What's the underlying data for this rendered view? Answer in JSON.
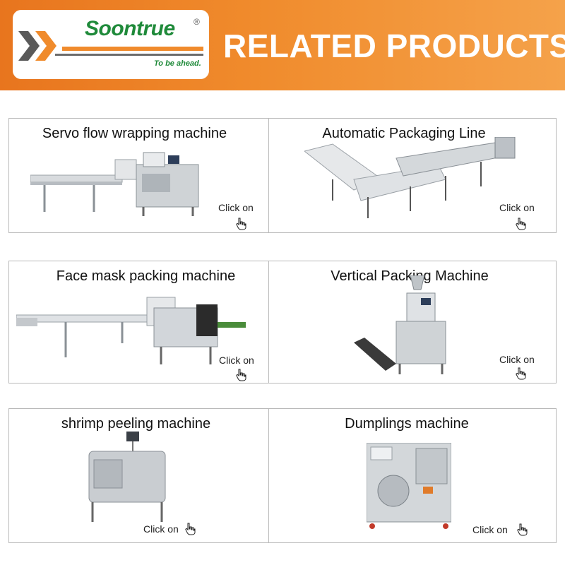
{
  "header": {
    "brand_name": "Soontrue",
    "brand_registered": "®",
    "brand_tagline": "To be ahead.",
    "title": "RELATED PRODUCTS",
    "colors": {
      "banner_orange": "#f08b2c",
      "brand_green": "#1f8a3a"
    }
  },
  "products": [
    {
      "title": "Servo flow wrapping machine",
      "cta": "Click on",
      "icon": "hand-pointer-icon"
    },
    {
      "title": "Automatic Packaging Line",
      "cta": "Click on",
      "icon": "hand-pointer-icon"
    },
    {
      "title": "Face mask packing machine",
      "cta": "Click on",
      "icon": "hand-pointer-icon"
    },
    {
      "title": "Vertical Packing Machine",
      "cta": "Click on",
      "icon": "hand-pointer-icon"
    },
    {
      "title": "shrimp peeling machine",
      "cta": "Click on",
      "icon": "hand-pointer-icon"
    },
    {
      "title": "Dumplings machine",
      "cta": "Click on",
      "icon": "hand-pointer-icon"
    }
  ]
}
